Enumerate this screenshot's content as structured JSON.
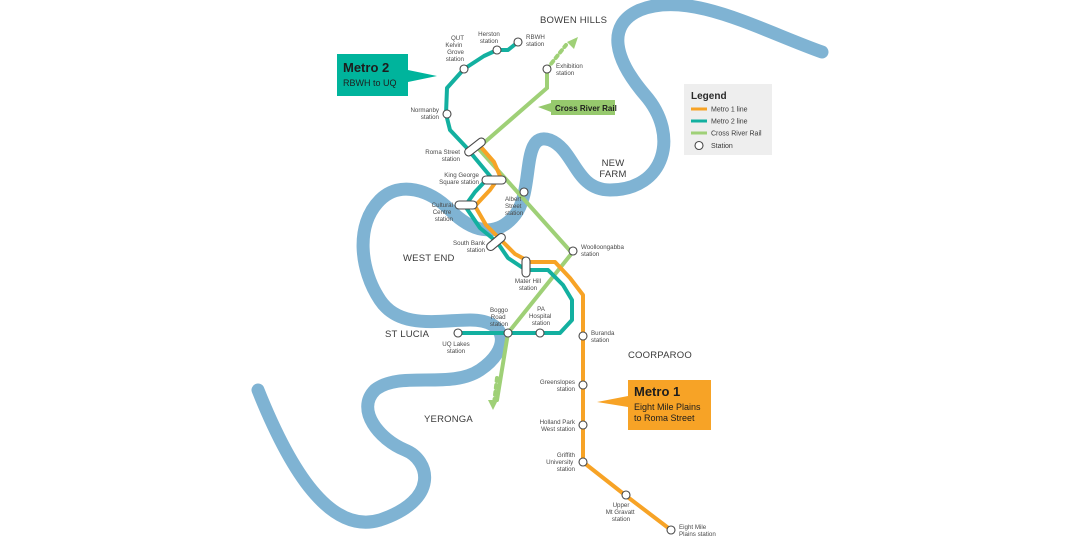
{
  "areas": {
    "bowen_hills": "BOWEN HILLS",
    "new_farm": [
      "NEW",
      "FARM"
    ],
    "west_end": "WEST END",
    "st_lucia": "ST LUCIA",
    "coorparoo": "COORPAROO",
    "yeronga": "YERONGA"
  },
  "callouts": {
    "metro2": {
      "title": "Metro 2",
      "sub": "RBWH to UQ",
      "color": "#00b49c"
    },
    "metro1": {
      "title": "Metro 1",
      "sub": [
        "Eight Mile Plains",
        "to Roma Street"
      ],
      "color": "#f7a326"
    },
    "cross_river_rail": {
      "label": "Cross River Rail",
      "color": "#96c96d"
    }
  },
  "legend": {
    "title": "Legend",
    "items": [
      {
        "label": "Metro 1 line",
        "color": "#f7a326"
      },
      {
        "label": "Metro 2 line",
        "color": "#13b0a0"
      },
      {
        "label": "Cross River Rail",
        "color": "#9fd077"
      },
      {
        "label": "Station",
        "color": "#4a4a4a"
      }
    ]
  },
  "stations": {
    "herston": [
      "Herston",
      "station"
    ],
    "rbwh": [
      "RBWH",
      "station"
    ],
    "qut": [
      "QUT",
      "Kelvin",
      "Grove",
      "station"
    ],
    "exhibition": [
      "Exhibition",
      "station"
    ],
    "normanby": [
      "Normanby",
      "station"
    ],
    "roma_street": [
      "Roma Street",
      "station"
    ],
    "king_george": [
      "King George",
      "Square station"
    ],
    "albert_street": [
      "Albert",
      "Street",
      "station"
    ],
    "cultural_centre": [
      "Cultural",
      "Centre",
      "station"
    ],
    "south_bank": [
      "South Bank",
      "station"
    ],
    "woolloongabba": [
      "Woolloongabba",
      "station"
    ],
    "mater_hill": [
      "Mater Hill",
      "station"
    ],
    "boggo_road": [
      "Boggo",
      "Road",
      "station"
    ],
    "pa_hospital": [
      "PA",
      "Hospital",
      "station"
    ],
    "uq_lakes": [
      "UQ Lakes",
      "station"
    ],
    "buranda": [
      "Buranda",
      "station"
    ],
    "greenslopes": [
      "Greenslopes",
      "station"
    ],
    "holland_park": [
      "Holland Park",
      "West station"
    ],
    "griffith": [
      "Griffith",
      "University",
      "station"
    ],
    "upper_mt_gravatt": [
      "Upper",
      "Mt Gravatt",
      "station"
    ],
    "eight_mile_plains": [
      "Eight Mile",
      "Plains station"
    ]
  },
  "colors": {
    "river": "#7fb3d3",
    "metro1": "#f7a326",
    "metro2": "#13b0a0",
    "cross_river_rail": "#9fd077"
  }
}
